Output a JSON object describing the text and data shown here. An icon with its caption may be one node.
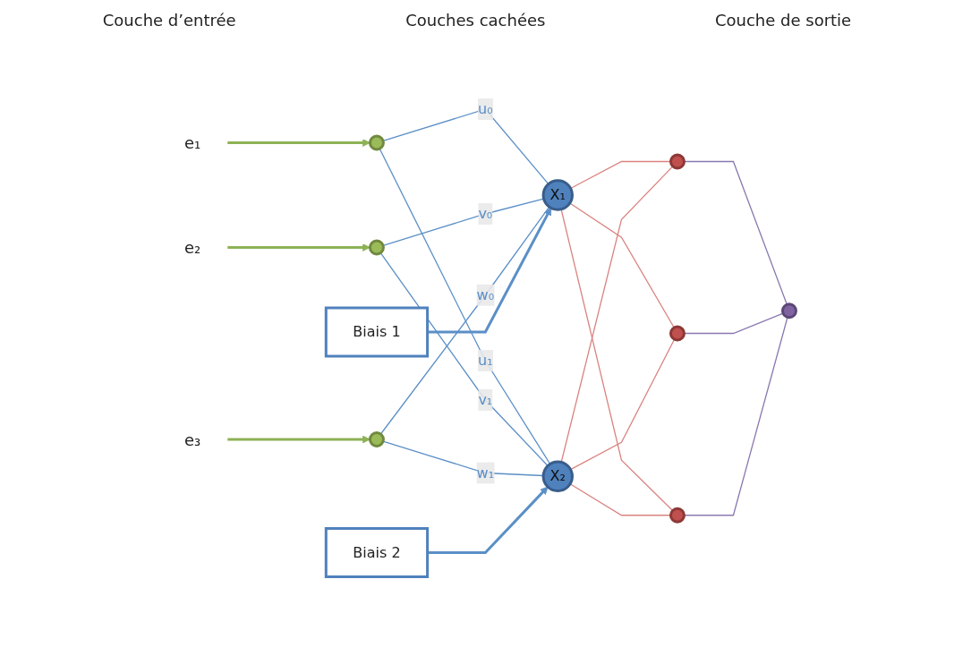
{
  "diagram": {
    "nodes": [
      {
        "text": [
          "e₁"
        ]
      },
      {
        "text": [
          "e₂"
        ]
      },
      {
        "text": [
          "e₃"
        ]
      },
      {
        "text": [],
        "shape": "circle"
      },
      {
        "text": [],
        "shape": "circle"
      },
      {
        "text": [],
        "shape": "circle"
      },
      {
        "text": [
          "Biais 1"
        ]
      },
      {
        "text": [
          "X₁"
        ]
      },
      {
        "text": [
          "Biais 2"
        ]
      },
      {
        "text": [
          "X₂"
        ]
      },
      {
        "text": [],
        "shape": "circle"
      },
      {
        "text": [],
        "shape": "circle"
      },
      {
        "text": [],
        "shape": "circle"
      },
      {
        "text": [],
        "shape": "circle"
      }
    ],
    "edges": [
      {
        "from": 0,
        "to": 3,
        "arrow": "to",
        "style": "thick",
        "color": "#8db255"
      },
      {
        "from": 1,
        "to": 4,
        "arrow": "to",
        "style": "thick",
        "color": "#8db255"
      },
      {
        "from": 2,
        "to": 5,
        "arrow": "to",
        "style": "thick",
        "color": "#8db255"
      },
      {
        "from": 3,
        "to": 7,
        "arrow": "none",
        "label": "u₀"
      },
      {
        "from": 3,
        "to": 9,
        "arrow": "none",
        "label": "u₁"
      },
      {
        "from": 4,
        "to": 7,
        "arrow": "none",
        "label": "v₀"
      },
      {
        "from": 4,
        "to": 9,
        "arrow": "none",
        "label": "v₁"
      },
      {
        "from": 5,
        "to": 7,
        "arrow": "none",
        "label": "w₀"
      },
      {
        "from": 5,
        "to": 9,
        "arrow": "none",
        "label": "w₁"
      },
      {
        "from": 6,
        "to": 7,
        "arrow": "to",
        "style": "thick"
      },
      {
        "from": 8,
        "to": 9,
        "arrow": "to",
        "style": "thick"
      },
      {
        "from": 7,
        "to": 10,
        "arrow": "none",
        "color": "#d9837f"
      },
      {
        "from": 7,
        "to": 11,
        "arrow": "none",
        "color": "#d9837f"
      },
      {
        "from": 7,
        "to": 12,
        "arrow": "none",
        "color": "#d9837f"
      },
      {
        "from": 9,
        "to": 10,
        "arrow": "none",
        "color": "#d9837f"
      },
      {
        "from": 9,
        "to": 11,
        "arrow": "none",
        "color": "#d9837f"
      },
      {
        "from": 9,
        "to": 12,
        "arrow": "none",
        "color": "#d9837f"
      },
      {
        "from": 10,
        "to": 13,
        "arrow": "none",
        "color": "#8a78b0"
      },
      {
        "from": 11,
        "to": 13,
        "arrow": "none",
        "color": "#8a78b0"
      },
      {
        "from": 12,
        "to": 13,
        "arrow": "none",
        "color": "#8a78b0"
      }
    ],
    "labels": [
      "Couche d’entrée",
      "Couches cachées",
      "Couche de sortie"
    ]
  }
}
